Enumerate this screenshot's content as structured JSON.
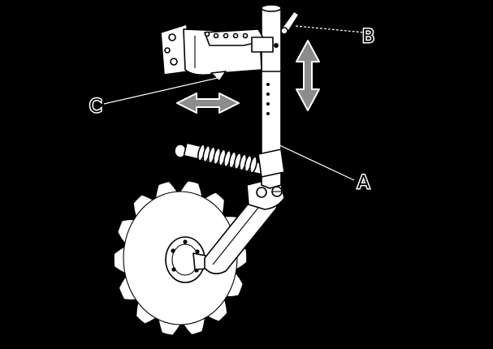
{
  "labels": {
    "a": "A",
    "b": "B",
    "c": "C"
  },
  "colors": {
    "background": "#000000",
    "part_fill": "#ffffff",
    "outline": "#000000",
    "arrow_fill": "#8c8c8c"
  }
}
